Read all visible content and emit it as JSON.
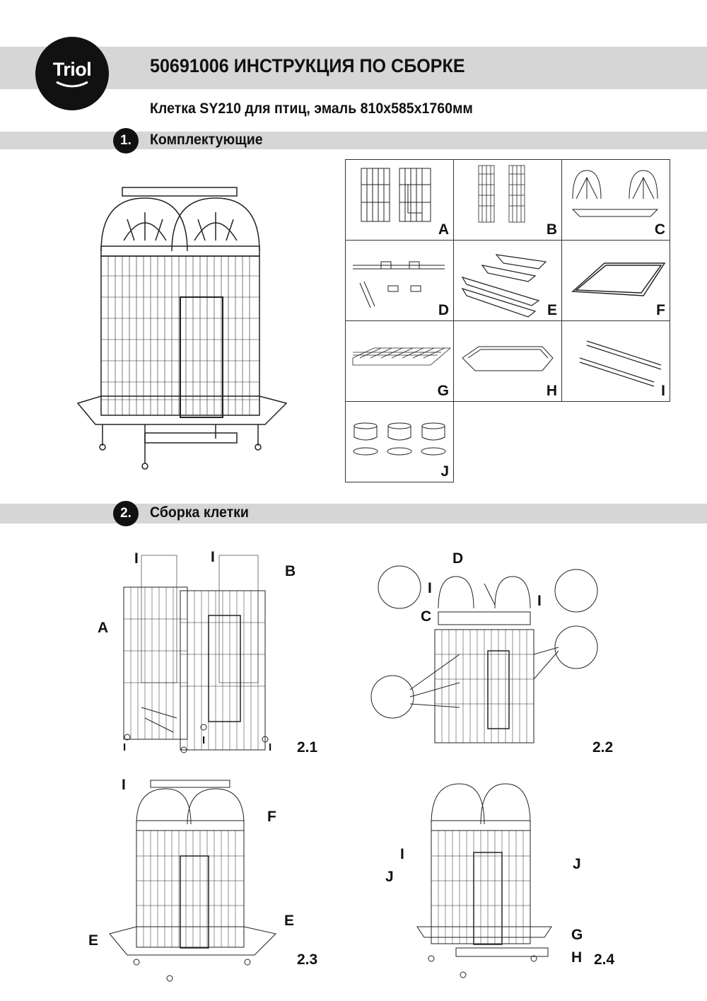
{
  "header": {
    "logo": "Triol",
    "title": "50691006 ИНСТРУКЦИЯ ПО СБОРКЕ",
    "subtitle": "Клетка SY210 для птиц, эмаль 810x585x1760мм"
  },
  "sections": [
    {
      "number": "1.",
      "title": "Комплектующие"
    },
    {
      "number": "2.",
      "title": "Сборка клетки"
    }
  ],
  "parts": [
    "A",
    "B",
    "C",
    "D",
    "E",
    "F",
    "G",
    "H",
    "I",
    "J"
  ],
  "steps": [
    {
      "number": "2.1",
      "callouts": [
        "I",
        "I",
        "B",
        "A",
        "I",
        "I",
        "I"
      ]
    },
    {
      "number": "2.2",
      "callouts": [
        "D",
        "C",
        "I",
        "I"
      ]
    },
    {
      "number": "2.3",
      "callouts": [
        "I",
        "F",
        "E",
        "E"
      ]
    },
    {
      "number": "2.4",
      "callouts": [
        "I",
        "J",
        "J",
        "G",
        "H"
      ]
    }
  ]
}
